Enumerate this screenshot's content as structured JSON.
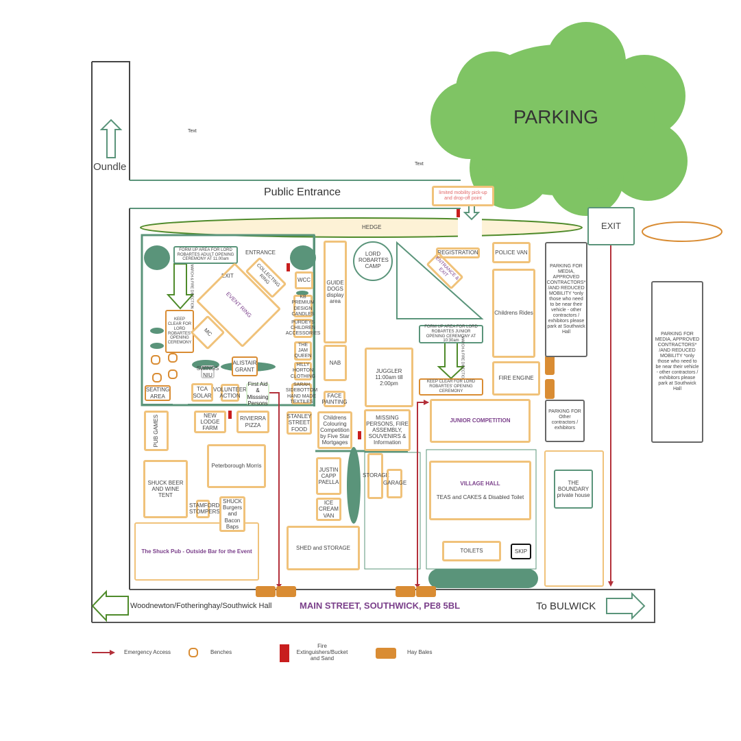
{
  "colors": {
    "stall": "#f0c27a",
    "teal": "#5a947a",
    "parking": "#7fc464",
    "hay": "#d98c33",
    "emergency": "#b3303a",
    "purple": "#7a3f8a"
  },
  "roads": {
    "oundle": "Oundle",
    "public_entrance": "Public Entrance",
    "west": "Woodnewton/Fotheringhay/Southwick Hall",
    "main_street": "MAIN STREET, SOUTHWICK, PE8 5BL",
    "east": "To BULWICK",
    "text1": "Text",
    "text2": "Text"
  },
  "parking": {
    "label": "PARKING",
    "exit": "EXIT",
    "limited_mobility": "limited mobility pick-up and drop-off point",
    "hedge": "HEDGE",
    "media1": "PARKING FOR MEDIA, APPROVED CONTRACTORS* /AND REDUCED MOBILITY *only those who need to be near their vehicle - other contractors / exhibitors please park at Southwick Hall",
    "media2": "PARKING FOR MEDIA, APPROVED CONTRACTORS* /AND REDUCED MOBILITY *only those who need to be near their vehicle - other contractors / exhibitors please park at Southwick Hall",
    "other": "PARKING FOR Other contractors / exhibitors"
  },
  "arena": {
    "form_up_adult": "FORM UP AREA FOR LORD ROBARTES ADULT OPENING CEREMONY AT 11.00am",
    "march_dir": "MARCH & FIRE DIRECTION",
    "keep_clear": "KEEP CLEAR FOR LORD ROBARTES' OPENING CEREMONY",
    "entrance": "ENTRANCE",
    "exit": "EXIT",
    "event_ring": "EVENT RING",
    "collecting_ring": "COLLECTING RING",
    "mc": "MC",
    "form_up_junior": "FORM UP AREA FOR LORD ROBARTES JUNIOR OPENING CEREMONY AT 10:30am",
    "march_dir2": "MARCH & FIRE DIRECTION",
    "keep_clear2": "KEEP CLEAR FOR LORD ROBARTES' OPENING CEREMONY",
    "registration": "REGISTRATION",
    "entrance_exit": "ENTRANCE & EXIT",
    "camp": "LORD ROBARTES CAMP"
  },
  "stalls": {
    "wcc": "WCC",
    "kb": "KB PREMIUM DESIGN CANDLES",
    "purdeys": "PURDEYS CHILDREN ACCESSORIES",
    "jam": "THE JAM QUEEN",
    "hilly": "HILLY HORTON CLOTHING",
    "sarah": "SARAH SIDEBOTTOM HAND MADE TEXTILES",
    "swings": "SWINGS NIU",
    "alistair": "ALISTAIR GRANT",
    "seating": "SEATING AREA",
    "tca": "TCA SOLAR",
    "volunteer": "VOLUNTEER ACTION",
    "first_aid": "First Aid & Misssing Persons",
    "pub_games": "PUB GAMES",
    "new_lodge": "NEW LODGE FARM",
    "rivierra": "RIVIERRA PIZZA",
    "stanley": "STANLEY STREET FOOD",
    "colouring": "Childrens Colouring Competition by Five Star Mortgages",
    "missing": "MISSING PERSONS, FIRE ASSEMBLY, SOUVENIRS & Information",
    "guide_dogs": "GUIDE DOGS display area",
    "nab": "NAB",
    "face": "FACE PAINTING",
    "juggler": "JUGGLER 11:00am till 2:00pm",
    "police": "POLICE VAN",
    "rides": "Childrens Rides",
    "fire_engine": "FIRE ENGINE",
    "junior": "JUNIOR COMPETITION",
    "morris": "Peterborough Morris",
    "shuck_beer": "SHUCK BEER AND WINE TENT",
    "stompers": "STAMFORD STOMPERS",
    "shuck_burgers": "SHUCK Burgers and Bacon Baps",
    "shuck_pub": "The Shuck Pub - Outside Bar for the Event",
    "justin": "JUSTIN CAPP PAELLA",
    "ice_cream": "ICE CREAM VAN",
    "shed": "SHED and STORAGE",
    "storage": "STORAGE",
    "garage": "GARAGE",
    "village_hall": "VILLAGE HALL",
    "teas": "TEAS and CAKES & Disabled Toilet",
    "toilets": "TOILETS",
    "skip": "SKIP",
    "boundary": "THE BOUNDARY private house"
  },
  "legend": {
    "emergency": "Emergency Access",
    "benches": "Benches",
    "fire": "Fire Extinguishers/Bucket and Sand",
    "hay": "Hay Bales"
  }
}
